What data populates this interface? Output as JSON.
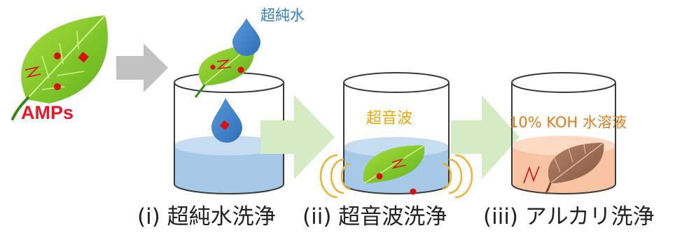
{
  "labels": {
    "amps": "AMPs",
    "pure_water": "超純水",
    "ultrasonic": "超音波",
    "koh": "10% KOH 水溶液"
  },
  "steps": [
    {
      "label": "(i) 超純水洗浄"
    },
    {
      "label": "(ii) 超音波洗浄"
    },
    {
      "label": "(iii) アルカリ洗浄"
    }
  ],
  "colors": {
    "leaf_green": "#7cc81e",
    "leaf_dark": "#2f8a12",
    "leaf_brown": "#9a6a52",
    "water_blue": "#9cc3e6",
    "drop_blue": "#3a7ec8",
    "koh_fill": "#f7c3a2",
    "particle_red": "#d81010",
    "arrow_gray": "#bfbfbf",
    "arrow_green": "#d5ebc3"
  }
}
